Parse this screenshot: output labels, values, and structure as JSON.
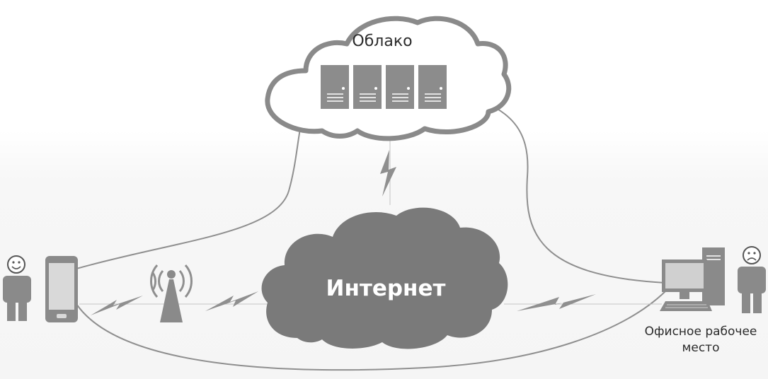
{
  "diagram": {
    "cloud": {
      "title": "Облако",
      "server_count": 4
    },
    "internet": {
      "label": "Интернет"
    },
    "office": {
      "label_line1": "Офисное рабочее",
      "label_line2": "место"
    },
    "nodes": {
      "left_user": {
        "icon": "smiling-person-icon",
        "mood": "happy"
      },
      "phone": {
        "icon": "smartphone-icon"
      },
      "tower": {
        "icon": "radio-tower-icon"
      },
      "computer": {
        "icon": "desktop-computer-icon"
      },
      "right_user": {
        "icon": "sad-person-icon",
        "mood": "sad"
      }
    },
    "links": [
      {
        "from": "phone",
        "to": "tower",
        "type": "wireless"
      },
      {
        "from": "tower",
        "to": "internet",
        "type": "wireless"
      },
      {
        "from": "internet",
        "to": "computer",
        "type": "wireless"
      },
      {
        "from": "cloud",
        "to": "internet",
        "type": "wireless"
      },
      {
        "from": "phone",
        "to": "cloud",
        "type": "wired"
      },
      {
        "from": "phone",
        "to": "computer",
        "type": "wired"
      },
      {
        "from": "cloud",
        "to": "computer",
        "type": "wired"
      }
    ],
    "colors": {
      "cloud_outline": "#8a8a8a",
      "internet_fill": "#7a7a7a",
      "server_fill": "#8c8c8c",
      "person_fill": "#8a8a8a",
      "line": "#8f8f8f"
    }
  }
}
